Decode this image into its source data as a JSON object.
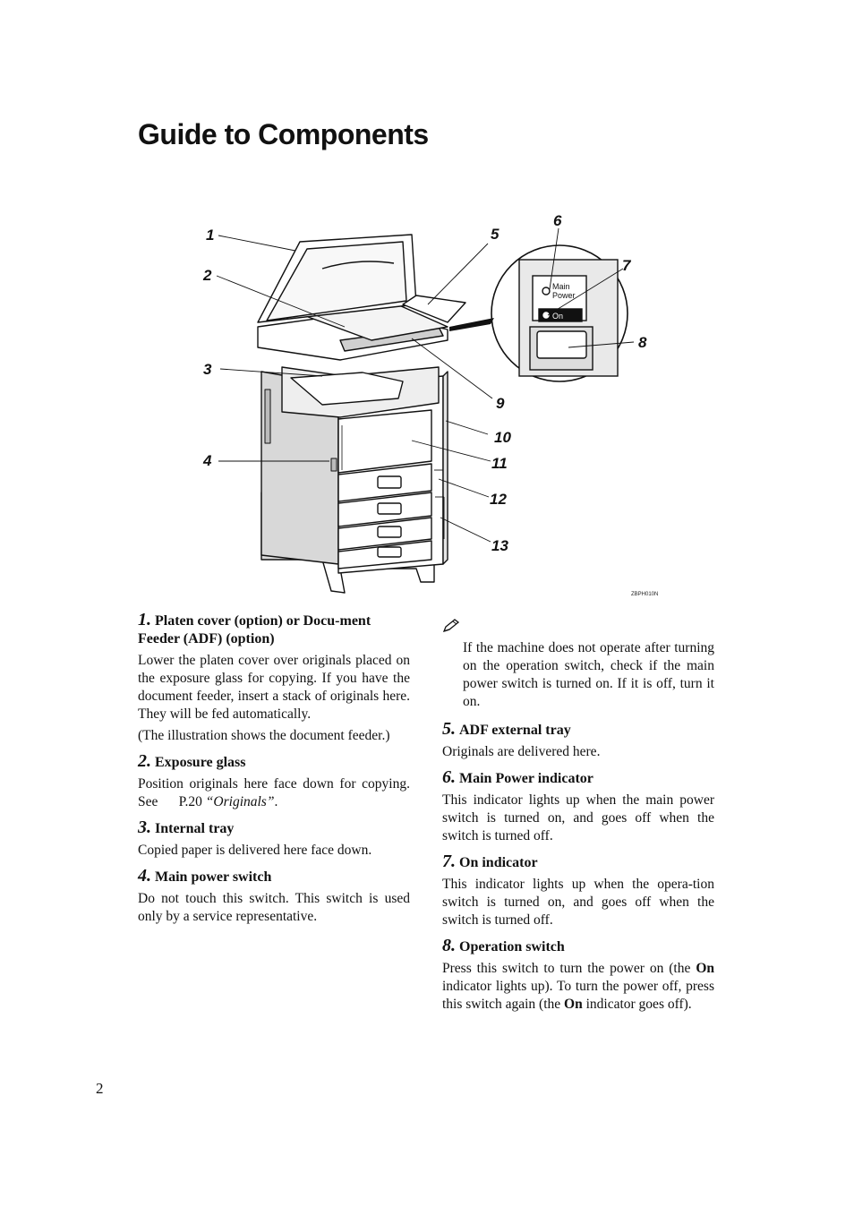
{
  "page": {
    "title": "Guide to Components",
    "page_number": "2"
  },
  "figure": {
    "code": "ZBPH010N",
    "callouts": [
      "1",
      "2",
      "3",
      "4",
      "5",
      "6",
      "7",
      "8",
      "9",
      "10",
      "11",
      "12",
      "13"
    ],
    "panel": {
      "main_label": "Main",
      "power_label": "Power",
      "on_label": "On"
    }
  },
  "items": [
    {
      "num": "1.",
      "title": "Platen cover (option) or Docu-ment Feeder (ADF) (option)",
      "desc": [
        "Lower the platen cover over originals placed on the exposure glass for copying. If you have the document feeder, insert a stack of originals here. They will be fed automatically.",
        "(The illustration shows the document feeder.)"
      ]
    },
    {
      "num": "2.",
      "title": "Exposure glass",
      "desc_prefix": "Position originals here face down for copying. See",
      "desc_ref": "P.20",
      "desc_ref_title": "“Originals”",
      "desc_suffix": "."
    },
    {
      "num": "3.",
      "title": "Internal tray",
      "desc": [
        "Copied paper is delivered here face down."
      ]
    },
    {
      "num": "4.",
      "title": "Main power switch",
      "desc": [
        "Do not touch this switch. This switch is used only by a service representative."
      ]
    },
    {
      "num": "5.",
      "title": "ADF external tray",
      "desc": [
        "Originals are delivered here."
      ]
    },
    {
      "num": "6.",
      "title": "Main Power indicator",
      "desc": [
        "This indicator lights up when the main power switch is turned on, and goes off when the switch is turned off."
      ]
    },
    {
      "num": "7.",
      "title": "On indicator",
      "desc": [
        "This indicator lights up when the opera-tion switch is turned on, and goes off when the switch is turned off."
      ]
    },
    {
      "num": "8.",
      "title": "Operation switch",
      "desc_a": "Press this switch to turn the power on (the",
      "desc_b": "On",
      "desc_c": "indicator lights up). To turn the power off, press this switch again (the",
      "desc_d": "On",
      "desc_e": "indicator goes off)."
    }
  ],
  "note": {
    "icon": "pencil-note-icon",
    "text": "If the machine does not operate after turning on the operation switch, check if the main power switch is turned on. If it is off, turn it on."
  }
}
